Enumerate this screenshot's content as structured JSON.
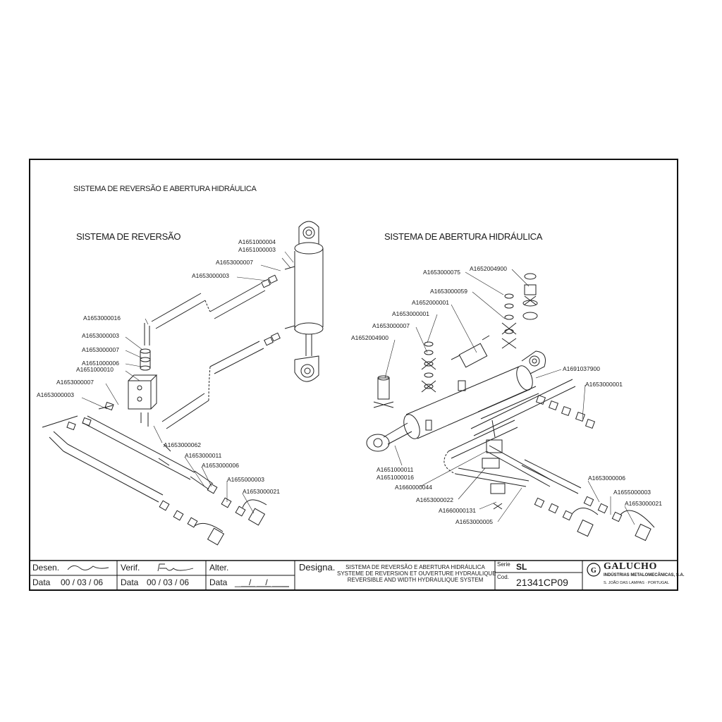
{
  "title": "SISTEMA DE REVERSÃO E ABERTURA HIDRÁULICA",
  "section_left": "SISTEMA DE REVERSÃO",
  "section_right": "SISTEMA DE ABERTURA HIDRÁULICA",
  "left_callouts": [
    "A1651000004",
    "A1651000003",
    "A1653000007",
    "A1653000003",
    "A1653000016",
    "A1653000003",
    "A1653000007",
    "A1651000006",
    "A1651000010",
    "A1653000007",
    "A1653000003",
    "A1653000062",
    "A1653000011",
    "A1653000006",
    "A1655000003",
    "A1653000021"
  ],
  "right_callouts": [
    "A1653000075",
    "A1652004900",
    "A1653000059",
    "A1652000001",
    "A1653000001",
    "A1653000007",
    "A1652004900",
    "A1691037900",
    "A1653000001",
    "A1651000011",
    "A1651000016",
    "A1660000044",
    "A1653000022",
    "A1660000131",
    "A1653000005",
    "A1653000006",
    "A1655000003",
    "A1653000021"
  ],
  "title_block": {
    "desen_label": "Desen.",
    "verif_label": "Verif.",
    "alter_label": "Alter.",
    "designa_label": "Designa.",
    "data_label": "Data",
    "date_desen": "00 / 03 / 06",
    "date_verif": "00 / 03 / 06",
    "date_alter": "___/___/___",
    "designation_pt": "SISTEMA DE REVERSÃO E ABERTURA HIDRÁULICA",
    "designation_fr": "SYSTEME DE REVERSION ET OUVERTURE HYDRAULIQUE",
    "designation_en": "REVERSIBLE AND WIDTH HYDRAULIQUE SYSTEM",
    "serie_label": "Serie",
    "serie_value": "SL",
    "cod_label": "Cod.",
    "cod_value": "21341CP09",
    "company": "GALUCHO",
    "company_full": "INDÚSTRIAS METALOMECÂNICAS, S.A.",
    "company_address": "S. JOÃO DAS LAMPAS · PORTUGAL"
  }
}
